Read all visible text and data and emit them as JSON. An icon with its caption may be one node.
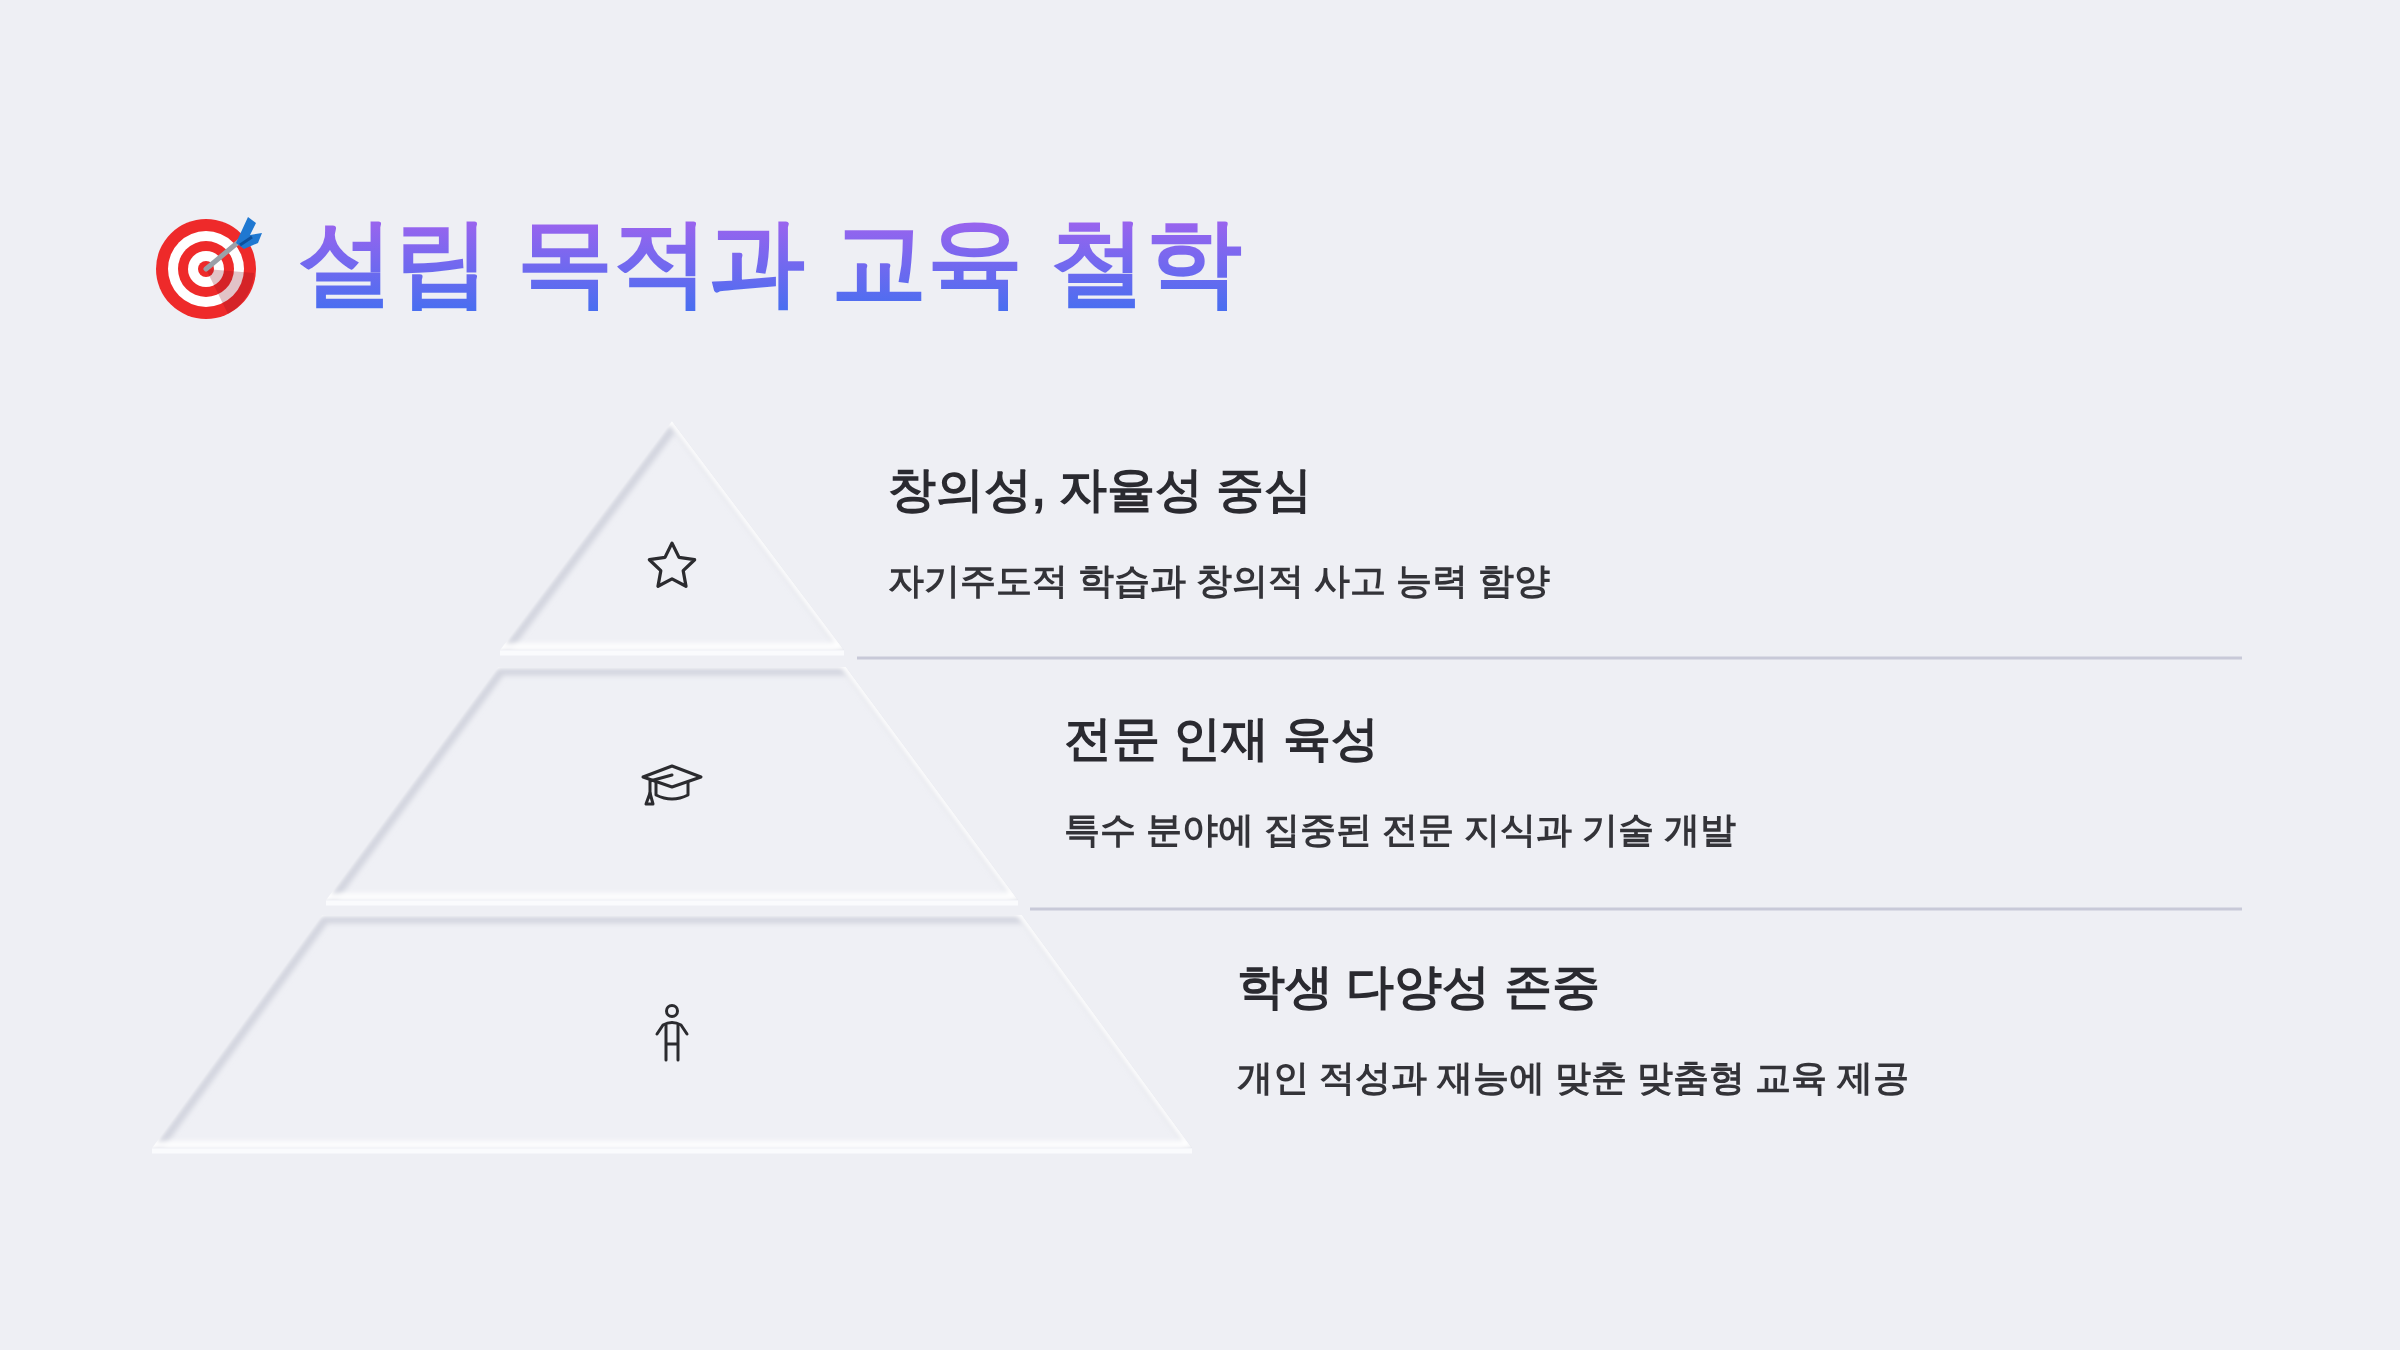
{
  "diagram": {
    "title": "설립 목적과 교육 철학",
    "nodes": [
      {
        "text": [],
        "shape": "triangle",
        "beside": [
          "창의성, 자율성 중심",
          "자기주도적 학습과 창의적 사고 능력 함양"
        ]
      },
      {
        "text": [],
        "shape": "trapezoid",
        "beside": [
          "전문 인재 육성",
          "특수 분야에 집중된 전문 지식과 기술 개발"
        ]
      },
      {
        "text": [],
        "shape": "trapezoid",
        "beside": [
          "학생 다양성 존중",
          "개인 적성과 재능에 맞춘 맞춤형 교육 제공"
        ]
      }
    ]
  }
}
